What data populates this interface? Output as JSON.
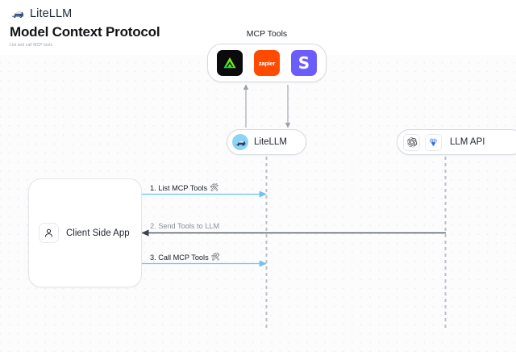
{
  "header": {
    "brand": "LiteLLM",
    "brand_icon": "litellm-truck-logo",
    "title": "Model Context Protocol",
    "subtitle": "List and call MCP tools"
  },
  "diagram": {
    "mcp_group": {
      "title": "MCP Tools",
      "tools": [
        {
          "name": "linear",
          "icon": "linear-triangle-icon",
          "label": "",
          "bg": "#0b0b0d"
        },
        {
          "name": "zapier",
          "icon": "zapier-wordmark-icon",
          "label": "zapier",
          "bg": "#ff4a00"
        },
        {
          "name": "slack",
          "icon": "letter-s-icon",
          "label": "S",
          "bg": "#6b5cfc"
        }
      ]
    },
    "nodes": [
      {
        "id": "litellm",
        "label": "LiteLLM",
        "icon": "litellm-avatar-icon"
      },
      {
        "id": "llm-api",
        "label": "LLM API",
        "icons": [
          "openai-icon",
          "anthropic-icon"
        ]
      },
      {
        "id": "client-app",
        "label": "Client Side App",
        "icon": "person-icon"
      }
    ],
    "messages": [
      {
        "num": "1.",
        "text": "1. List MCP Tools",
        "emoji": "🛠",
        "color": "#6fc3ef",
        "direction": "both"
      },
      {
        "num": "2.",
        "text": "2. Send Tools to LLM",
        "emoji": "",
        "color": "#3d4450",
        "direction": "left"
      },
      {
        "num": "3.",
        "text": "3. Call MCP Tools",
        "emoji": "🛠",
        "color": "#6fc3ef",
        "direction": "both"
      }
    ],
    "colors": {
      "accent_blue": "#6fc3ef",
      "arrow_dark": "#3d4450",
      "lifeline": "#b9bec7",
      "vertical_arrow": "#9aa0a8"
    }
  }
}
